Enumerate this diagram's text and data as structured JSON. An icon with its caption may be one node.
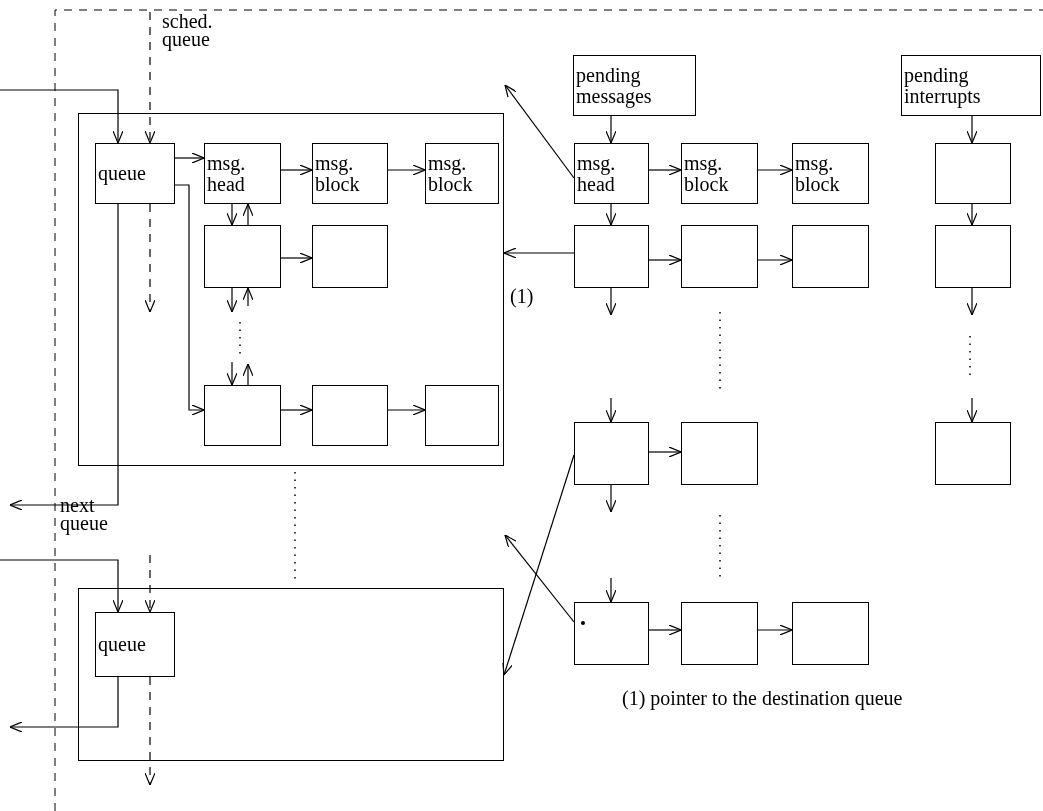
{
  "diagram": {
    "nodes": [
      {
        "text": [],
        "shape": "box"
      },
      {
        "text": [
          "queue"
        ],
        "in": 0
      },
      {
        "text": [
          "msg. head"
        ],
        "in": 0
      },
      {
        "text": [
          "msg. block"
        ],
        "in": 0
      },
      {
        "text": [
          "msg. block"
        ],
        "in": 0
      },
      {
        "text": [],
        "shape": "box",
        "in": 0
      },
      {
        "text": [],
        "shape": "box",
        "in": 0
      },
      {
        "text": [],
        "shape": "box",
        "in": 0
      },
      {
        "text": [],
        "shape": "box",
        "in": 0
      },
      {
        "text": [],
        "shape": "box",
        "in": 0
      },
      {
        "text": [],
        "shape": "box"
      },
      {
        "text": [
          "queue"
        ],
        "in": 10
      },
      {
        "text": [
          "pending messages"
        ]
      },
      {
        "text": [
          "msg. head"
        ]
      },
      {
        "text": [
          "msg. block"
        ]
      },
      {
        "text": [
          "msg. block"
        ]
      },
      {
        "text": [
          "pending interrupts"
        ]
      },
      {
        "text": [],
        "shape": "box"
      },
      {
        "text": [],
        "shape": "box"
      },
      {
        "text": [],
        "shape": "box"
      },
      {
        "text": [],
        "shape": "box"
      },
      {
        "text": [],
        "shape": "box"
      },
      {
        "text": [],
        "shape": "box"
      },
      {
        "text": [],
        "shape": "box"
      },
      {
        "text": [],
        "shape": "box"
      },
      {
        "text": [],
        "shape": "box"
      },
      {
        "text": [],
        "shape": "box"
      },
      {
        "text": [],
        "shape": "box"
      }
    ],
    "edges": [
      {
        "from": null,
        "to": 1,
        "arrow": "to"
      },
      {
        "from": null,
        "to": 1,
        "arrow": "to",
        "style": "dashed"
      },
      {
        "from": 1,
        "to": null,
        "arrow": "to",
        "style": "dashed"
      },
      {
        "from": 1,
        "to": 2,
        "arrow": "to"
      },
      {
        "from": 1,
        "to": 7,
        "arrow": "to"
      },
      {
        "from": 1,
        "to": null,
        "arrow": "to"
      },
      {
        "from": 2,
        "to": 3,
        "arrow": "to"
      },
      {
        "from": 3,
        "to": 4,
        "arrow": "to"
      },
      {
        "from": 2,
        "to": 5,
        "arrow": "to"
      },
      {
        "from": 5,
        "to": 2,
        "arrow": "to"
      },
      {
        "from": 5,
        "to": 6,
        "arrow": "to"
      },
      {
        "from": 5,
        "to": null,
        "arrow": "to"
      },
      {
        "from": null,
        "to": 5,
        "arrow": "to"
      },
      {
        "from": null,
        "to": 7,
        "arrow": "to"
      },
      {
        "from": 7,
        "to": null,
        "arrow": "to"
      },
      {
        "from": 7,
        "to": 8,
        "arrow": "to"
      },
      {
        "from": 8,
        "to": 9,
        "arrow": "to"
      },
      {
        "from": null,
        "to": 11,
        "arrow": "to"
      },
      {
        "from": null,
        "to": 11,
        "arrow": "to",
        "style": "dashed"
      },
      {
        "from": 11,
        "to": null,
        "arrow": "to",
        "style": "dashed"
      },
      {
        "from": 11,
        "to": null,
        "arrow": "to"
      },
      {
        "from": 12,
        "to": 13,
        "arrow": "to"
      },
      {
        "from": 16,
        "to": 17,
        "arrow": "to"
      },
      {
        "from": 13,
        "to": null,
        "arrow": "to"
      },
      {
        "from": 13,
        "to": 14,
        "arrow": "to"
      },
      {
        "from": 14,
        "to": 15,
        "arrow": "to"
      },
      {
        "from": 13,
        "to": 18,
        "arrow": "to"
      },
      {
        "from": 18,
        "to": 0,
        "arrow": "to",
        "label": "(1)"
      },
      {
        "from": 18,
        "to": 19,
        "arrow": "to"
      },
      {
        "from": 19,
        "to": 20,
        "arrow": "to"
      },
      {
        "from": 18,
        "to": null,
        "arrow": "to"
      },
      {
        "from": 17,
        "to": 21,
        "arrow": "to"
      },
      {
        "from": 21,
        "to": null,
        "arrow": "to"
      },
      {
        "from": null,
        "to": 22,
        "arrow": "to"
      },
      {
        "from": null,
        "to": 24,
        "arrow": "to"
      },
      {
        "from": 22,
        "to": 23,
        "arrow": "to"
      },
      {
        "from": 22,
        "to": 10,
        "arrow": "to"
      },
      {
        "from": 22,
        "to": null,
        "arrow": "to"
      },
      {
        "from": null,
        "to": 25,
        "arrow": "to"
      },
      {
        "from": 25,
        "to": null,
        "arrow": "to"
      },
      {
        "from": 25,
        "to": 26,
        "arrow": "to"
      },
      {
        "from": 26,
        "to": 27,
        "arrow": "to"
      }
    ],
    "labels": [
      "sched. queue",
      "next queue",
      "(1) pointer to the destination queue"
    ]
  }
}
